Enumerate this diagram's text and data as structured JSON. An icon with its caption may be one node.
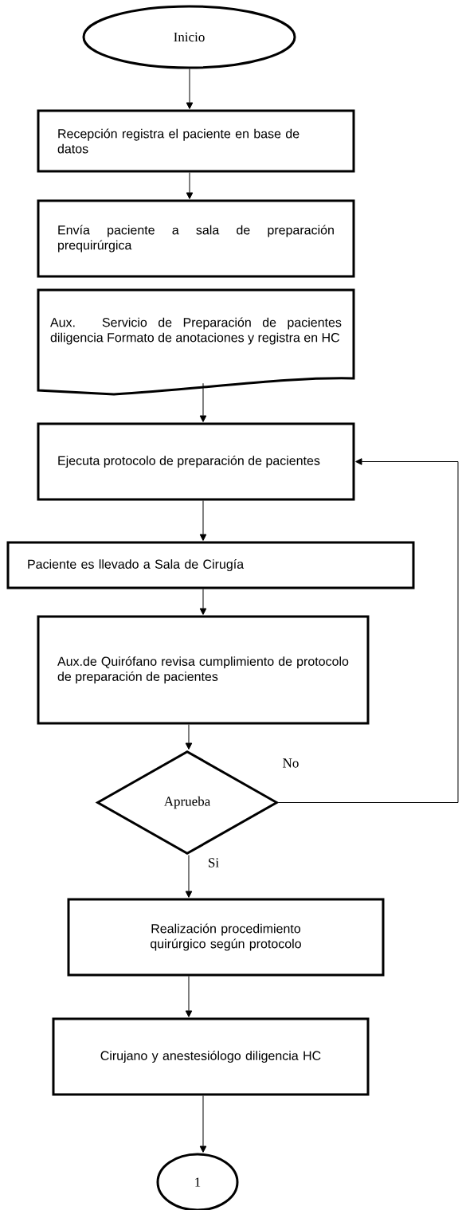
{
  "diagram": {
    "nodes": [
      {
        "text": [
          "Inicio"
        ]
      },
      {
        "text": [
          "Recepción registra el paciente en base de datos"
        ]
      },
      {
        "text": [
          "Envía paciente a sala de preparación prequirúrgica"
        ]
      },
      {
        "text": [
          "Aux. Servicio de Preparación de pacientes diligencia  Formato de anotaciones y registra en HC"
        ]
      },
      {
        "text": [
          "Ejecuta protocolo de preparación de pacientes"
        ]
      },
      {
        "text": [
          "Paciente es llevado a Sala de  Cirugía"
        ]
      },
      {
        "text": [
          "Aux.de Quirófano revisa cumplimiento de protocolo de preparación de pacientes"
        ]
      },
      {
        "text": [
          "Aprueba"
        ]
      },
      {
        "text": [
          "Realización procedimiento quirúrgico según protocolo"
        ]
      },
      {
        "text": [
          "Cirujano y anestesiólogo diligencia HC"
        ]
      },
      {
        "text": [
          "1"
        ]
      }
    ],
    "edges": [
      {
        "from": 0,
        "to": 1,
        "arrow": "to"
      },
      {
        "from": 1,
        "to": 2,
        "arrow": "to"
      },
      {
        "from": 3,
        "to": 4,
        "arrow": "to"
      },
      {
        "from": 4,
        "to": 5,
        "arrow": "to"
      },
      {
        "from": 5,
        "to": 6,
        "arrow": "to"
      },
      {
        "from": 6,
        "to": 7,
        "arrow": "to"
      },
      {
        "from": 7,
        "to": 8,
        "arrow": "to",
        "label": "Si"
      },
      {
        "from": 8,
        "to": 9,
        "arrow": "to"
      },
      {
        "from": 9,
        "to": 10,
        "arrow": "to"
      },
      {
        "from": 7,
        "to": 4,
        "arrow": "to",
        "label": "No"
      }
    ]
  }
}
